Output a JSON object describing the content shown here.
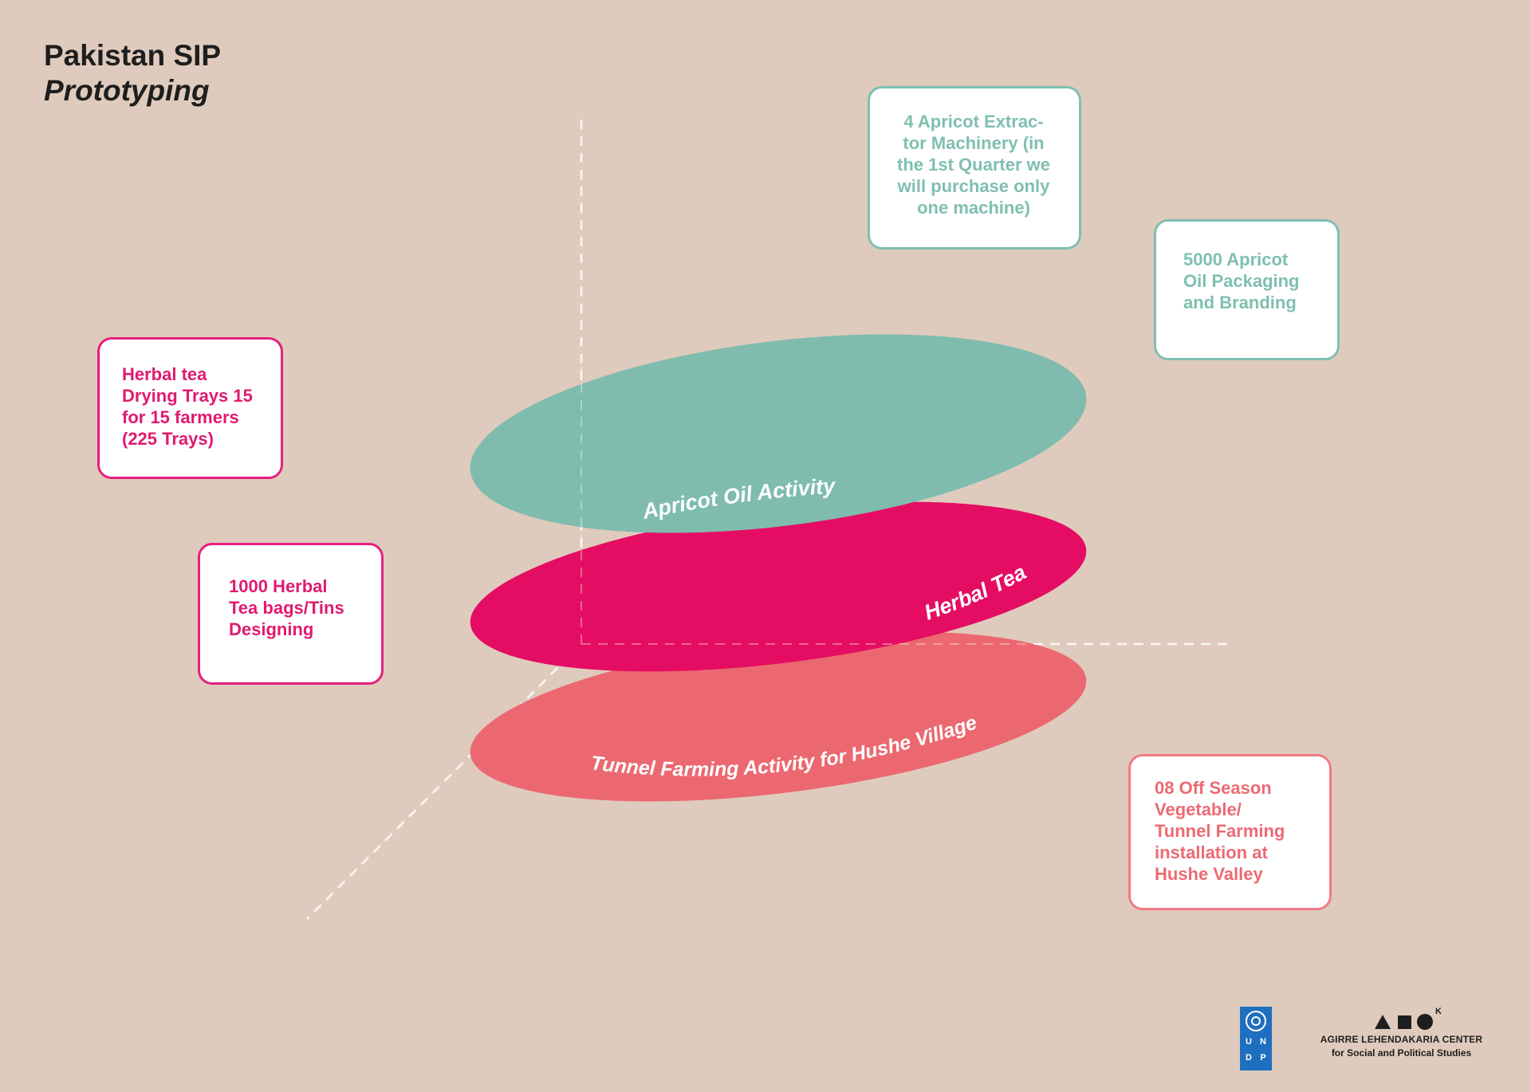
{
  "header": {
    "title": "Pakistan SIP",
    "subtitle": "Prototyping"
  },
  "layers": [
    {
      "label": "Apricot Oil Activity",
      "color": "#7fbcae"
    },
    {
      "label": "Herbal Tea",
      "color": "#e50d63"
    },
    {
      "label": "Tunnel Farming Activity for Hushe Village",
      "color": "#ec6870"
    }
  ],
  "cards": {
    "apricot_machinery": "4 Apricot Extrac-\ntor Machinery (in\nthe 1st Quarter we\nwill purchase only\none machine)",
    "apricot_packaging": "5000 Apricot\nOil Packaging\nand Branding",
    "drying_trays": "Herbal tea\nDrying Trays 15\nfor 15 farmers\n(225 Trays)",
    "tea_bags": "1000 Herbal\nTea bags/Tins\nDesigning",
    "tunnel_farming": "08 Off Season\nVegetable/\nTunnel Farming\ninstallation at\nHushe Valley"
  },
  "colors": {
    "background": "#dfcbbd",
    "teal": "#7fbfb1",
    "pink": "#e5207e",
    "coral": "#ef7b84"
  },
  "logos": {
    "undp_letters": [
      "U",
      "N",
      "D",
      "P"
    ],
    "agk_mark": "K",
    "agk_name": "AGIRRE LEHENDAKARIA CENTER",
    "agk_tagline": "for Social and Political Studies"
  }
}
